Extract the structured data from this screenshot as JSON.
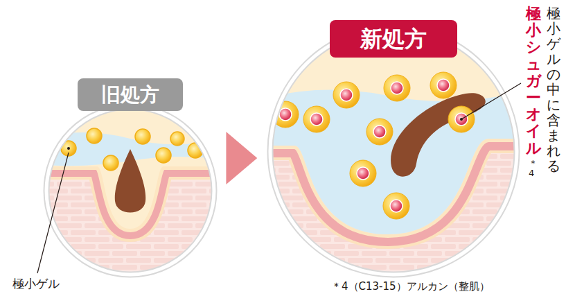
{
  "diagram": {
    "nodes": [
      {
        "text": [
          "旧処方"
        ]
      },
      {
        "text": [
          "新処方"
        ]
      }
    ],
    "edges": [
      {
        "from": 0,
        "to": 1,
        "arrow": "to"
      }
    ],
    "labels": [
      "極小ゲル",
      "極小ゲルの中に含まれる",
      "極小シュガーオイル",
      "＊4",
      "＊4（C13-15）アルカン（整肌）"
    ]
  }
}
